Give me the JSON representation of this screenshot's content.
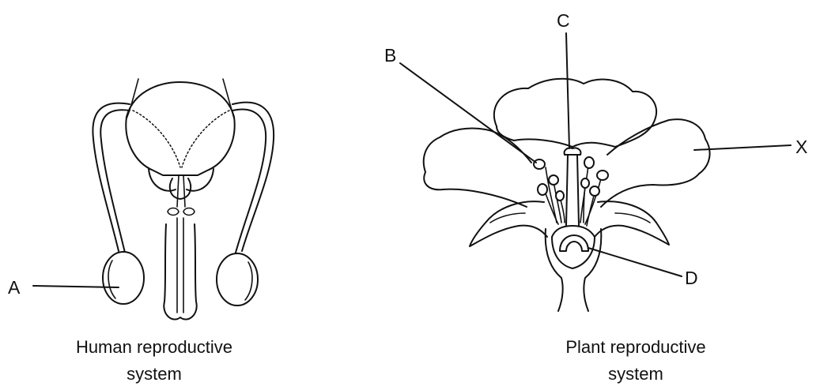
{
  "human": {
    "label_a": "A",
    "caption_line1": "Human reproductive",
    "caption_line2": "system"
  },
  "plant": {
    "label_b": "B",
    "label_c": "C",
    "label_d": "D",
    "label_x": "X",
    "caption_line1": "Plant reproductive",
    "caption_line2": "system"
  }
}
